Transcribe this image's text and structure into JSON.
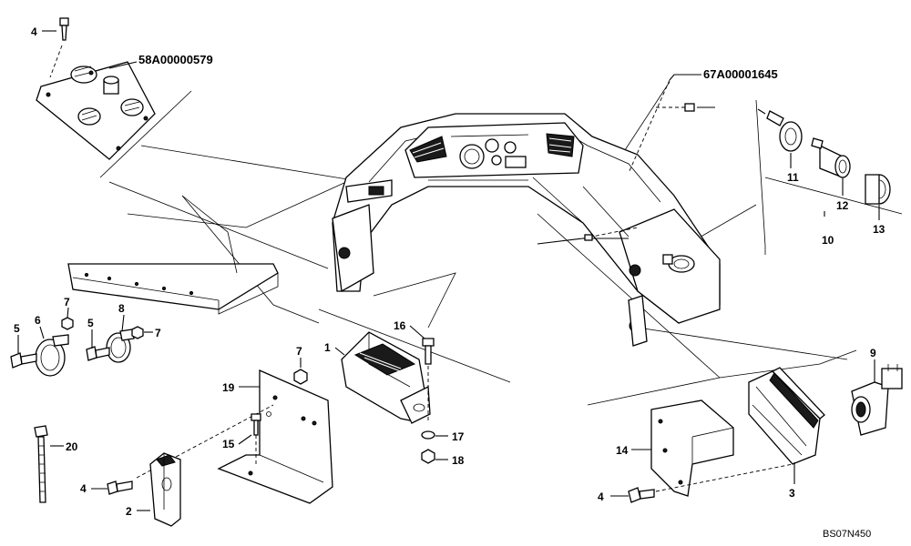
{
  "drawing_code": "BS07N450",
  "references": {
    "panel": "58A00000579",
    "harness": "67A00001645"
  },
  "labels": {
    "n1": "1",
    "n2": "2",
    "n3": "3",
    "n4a": "4",
    "n4b": "4",
    "n4c": "4",
    "n5a": "5",
    "n5b": "5",
    "n6": "6",
    "n7a": "7",
    "n7b": "7",
    "n7c": "7",
    "n8": "8",
    "n9": "9",
    "n10": "10",
    "n11": "11",
    "n12": "12",
    "n13": "13",
    "n14": "14",
    "n15": "15",
    "n16": "16",
    "n17": "17",
    "n18": "18",
    "n19": "19",
    "n20": "20"
  }
}
